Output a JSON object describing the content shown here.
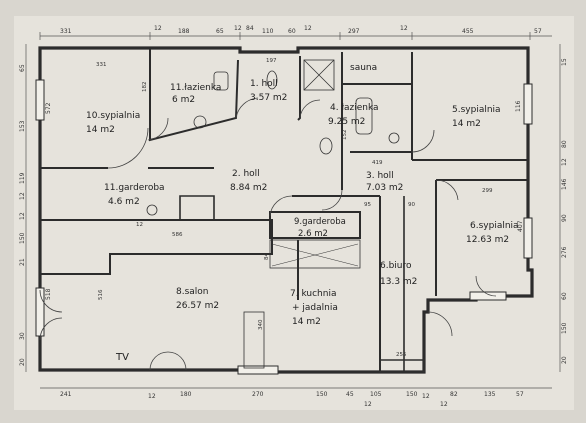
{
  "rooms": [
    {
      "id": "lazienka11",
      "name": "11.łazienka",
      "area": "6 m2"
    },
    {
      "id": "holl1",
      "name": "1. holl",
      "area": "3.57 m2"
    },
    {
      "id": "sauna",
      "name": "sauna",
      "area": ""
    },
    {
      "id": "lazienka4",
      "name": "4. łazienka",
      "area": "9.25 m2"
    },
    {
      "id": "sypialnia5",
      "name": "5.sypialnia",
      "area": "14 m2"
    },
    {
      "id": "sypialnia10",
      "name": "10.sypialnia",
      "area": "14 m2"
    },
    {
      "id": "holl2",
      "name": "2. holl",
      "area": "8.84 m2"
    },
    {
      "id": "holl3",
      "name": "3. holl",
      "area": "7.03 m2"
    },
    {
      "id": "garderoba11",
      "name": "11.garderoba",
      "area": "4.6 m2"
    },
    {
      "id": "garderoba9",
      "name": "9.garderoba",
      "area": "2.6 m2"
    },
    {
      "id": "sypialnia6",
      "name": "6.sypialnia",
      "area": "12.63 m2"
    },
    {
      "id": "salon",
      "name": "8.salon",
      "area": "26.57 m2"
    },
    {
      "id": "kuchnia",
      "name": "7. kuchnia",
      "name2": "+ jadalnia",
      "area": "14 m2"
    },
    {
      "id": "biuro",
      "name": "6.biuro",
      "area": "13.3 m2"
    }
  ],
  "tv_label": "TV",
  "dims_top": [
    "331",
    "12",
    "188",
    "65",
    "12",
    "84",
    "110",
    "60",
    "12",
    "297",
    "12",
    "455",
    "57"
  ],
  "dims_bottom": [
    "241",
    "12",
    "180",
    "270",
    "150",
    "45",
    "105",
    "12",
    "150",
    "12",
    "82",
    "12",
    "135",
    "57"
  ],
  "dims_left": [
    "65",
    "572",
    "153",
    "119",
    "12",
    "12",
    "150",
    "21",
    "518",
    "30",
    "20"
  ],
  "dims_right": [
    "15",
    "116",
    "80",
    "12",
    "146",
    "407",
    "90",
    "276",
    "60",
    "150",
    "20"
  ],
  "dims_inner": [
    "331",
    "182",
    "197",
    "419",
    "152",
    "586",
    "299",
    "95",
    "90",
    "340",
    "255",
    "84",
    "12",
    "516"
  ]
}
